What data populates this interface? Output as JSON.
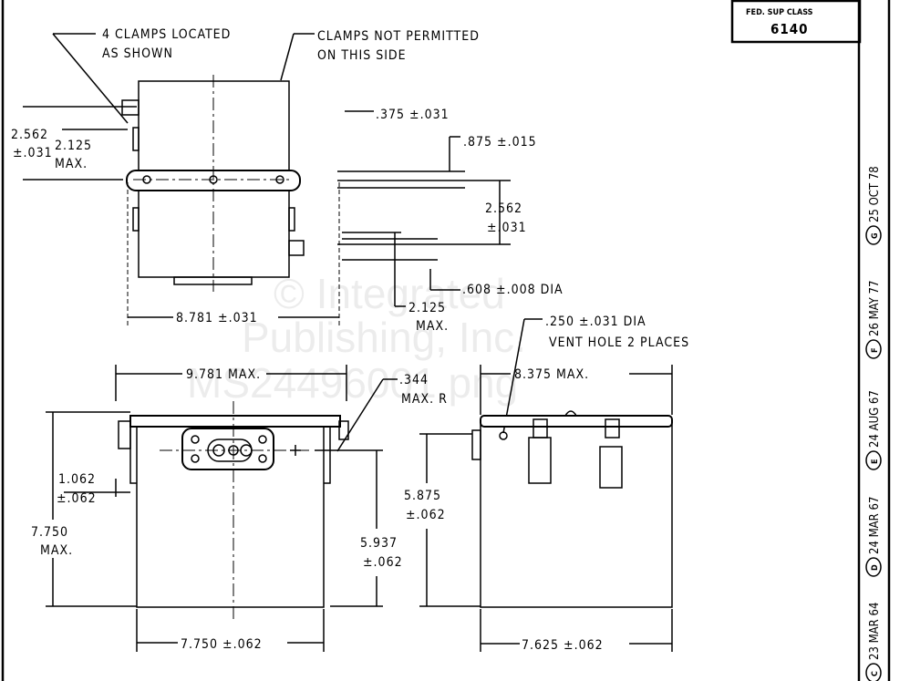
{
  "title_block": {
    "label": "FED. SUP CLASS",
    "value": "6140"
  },
  "revisions": [
    {
      "letter": "C",
      "date": "23 MAR 64"
    },
    {
      "letter": "D",
      "date": "24 MAR 67"
    },
    {
      "letter": "E",
      "date": "24 AUG 67"
    },
    {
      "letter": "F",
      "date": "26 MAY 77"
    },
    {
      "letter": "G",
      "date": "25 OCT 78"
    }
  ],
  "notes": {
    "clamps_located": [
      "4 CLAMPS LOCATED",
      "AS SHOWN"
    ],
    "clamps_not_permitted": [
      "CLAMPS NOT PERMITTED",
      "ON THIS SIDE"
    ],
    "vent_hole": [
      ".250 ±.031 DIA",
      "VENT HOLE 2 PLACES"
    ]
  },
  "dimensions": {
    "top_left_height": [
      "2.562",
      "±.031"
    ],
    "top_left_clamp": [
      "2.125",
      "MAX."
    ],
    "d_375": ".375 ±.031",
    "d_875": ".875 ±.015",
    "right_2562": [
      "2.562",
      "±.031"
    ],
    "d_608": ".608 ±.008 DIA",
    "right_2125": [
      "2.125",
      "MAX."
    ],
    "width_8781": "8.781 ±.031",
    "width_9781": "9.781 MAX.",
    "radius_344": [
      ".344",
      "MAX. R"
    ],
    "width_8375": "8.375 MAX.",
    "d_1062": [
      "1.062",
      "±.062"
    ],
    "height_7750": [
      "7.750",
      "MAX."
    ],
    "height_5937": [
      "5.937",
      "±.062"
    ],
    "height_5875": [
      "5.875",
      "±.062"
    ],
    "width_7750": "7.750 ±.062",
    "width_7625": "7.625 ±.062"
  },
  "watermark": [
    "© Integrated",
    "Publishing, Inc.",
    "MS24496001.png"
  ]
}
